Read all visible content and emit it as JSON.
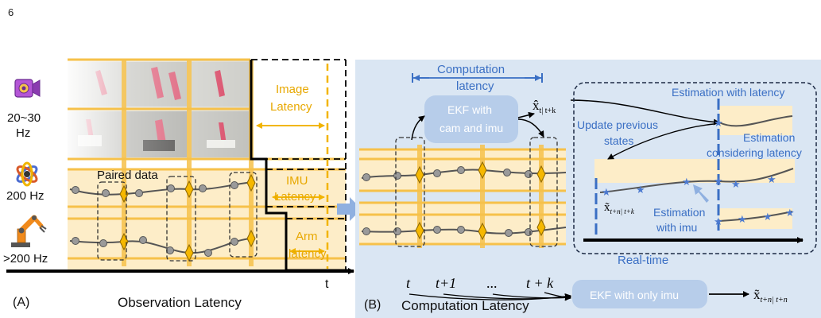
{
  "page_number": "6",
  "panel_a": {
    "tag": "(A)",
    "caption": "Observation Latency",
    "rates": {
      "camera": "20~30",
      "camera_unit": "Hz",
      "imu": "200 Hz",
      "arm": ">200 Hz"
    },
    "paired_data": "Paired data",
    "latency": {
      "image_1": "Image",
      "image_2": "Latency",
      "imu_1": "IMU",
      "imu_2": "Latency",
      "arm_1": "Arm",
      "arm_2": "latency"
    },
    "time_axis": "t"
  },
  "panel_b": {
    "tag": "(B)",
    "caption": "Computation Latency",
    "computation_latency_1": "Computation",
    "computation_latency_2": "latency",
    "ekf_cam_1": "EKF with",
    "ekf_cam_2": "cam and imu",
    "ekf_imu": "EKF with only imu",
    "xhat_base": "x̂",
    "xhat_sub": "t| t+k",
    "xtilde_base": "x̃",
    "xtilde_sub": "t+n| t+k",
    "out_base": "x̃",
    "out_sub": "t+n| t+n",
    "ticks": [
      "t",
      "t+1",
      "...",
      "t + k"
    ],
    "real_time": "Real-time",
    "inset": {
      "est_latency": "Estimation with latency",
      "update_prev_1": "Update previous",
      "update_prev_2": "states",
      "est_consider_1": "Estimation",
      "est_consider_2": "considering latency",
      "est_imu_1": "Estimation",
      "est_imu_2": "with imu"
    }
  }
}
